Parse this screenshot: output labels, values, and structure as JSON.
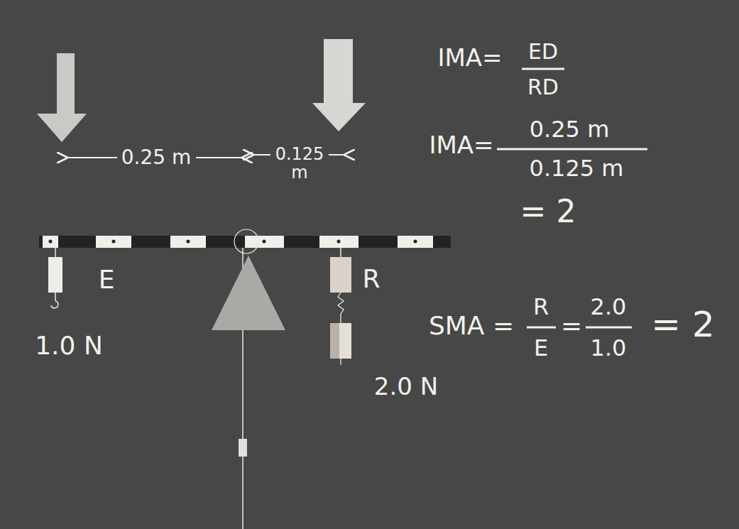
{
  "diagram": {
    "labels": [
      "0.25 m",
      "0.125 m",
      "E",
      "1.0 N",
      "R",
      "2.0 N",
      "IMA=",
      "ED",
      "RD",
      "IMA=",
      "0.25 m",
      "0.125 m",
      "= 2",
      "SMA =",
      "R",
      "E",
      "=",
      "2.0",
      "1.0",
      "= 2"
    ]
  }
}
